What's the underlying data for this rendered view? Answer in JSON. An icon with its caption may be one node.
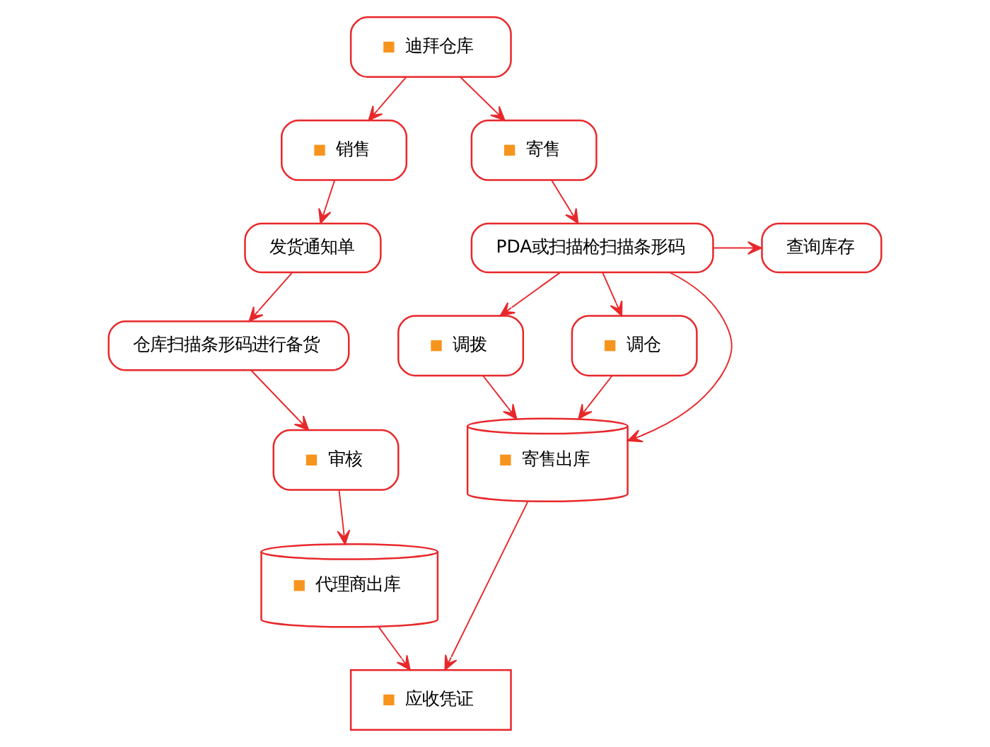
{
  "diagram": {
    "nodes": [
      {
        "text": [
          "迪拜仓库"
        ]
      },
      {
        "text": [
          "销售"
        ]
      },
      {
        "text": [
          "寄售"
        ]
      },
      {
        "text": [
          "发货通知单"
        ]
      },
      {
        "text": [
          "仓库扫描条形码进行备货"
        ]
      },
      {
        "text": [
          "审核"
        ]
      },
      {
        "text": [
          "代理商出库"
        ]
      },
      {
        "text": [
          "PDA或扫描枪扫描条形码"
        ]
      },
      {
        "text": [
          "查询库存"
        ]
      },
      {
        "text": [
          "调拨"
        ]
      },
      {
        "text": [
          "调仓"
        ]
      },
      {
        "text": [
          "寄售出库"
        ]
      },
      {
        "text": [
          "应收凭证"
        ]
      }
    ],
    "edges": [
      {
        "from": 0,
        "to": 1,
        "arrow": "to"
      },
      {
        "from": 0,
        "to": 2,
        "arrow": "to"
      },
      {
        "from": 1,
        "to": 3,
        "arrow": "to"
      },
      {
        "from": 3,
        "to": 4,
        "arrow": "to"
      },
      {
        "from": 4,
        "to": 5,
        "arrow": "to"
      },
      {
        "from": 5,
        "to": 6,
        "arrow": "to"
      },
      {
        "from": 6,
        "to": 12,
        "arrow": "to"
      },
      {
        "from": 2,
        "to": 7,
        "arrow": "to"
      },
      {
        "from": 7,
        "to": 8,
        "arrow": "to"
      },
      {
        "from": 7,
        "to": 9,
        "arrow": "to"
      },
      {
        "from": 7,
        "to": 10,
        "arrow": "to"
      },
      {
        "from": 7,
        "to": 11,
        "arrow": "to"
      },
      {
        "from": 9,
        "to": 11,
        "arrow": "to"
      },
      {
        "from": 10,
        "to": 11,
        "arrow": "to"
      },
      {
        "from": 11,
        "to": 12,
        "arrow": "to"
      }
    ]
  }
}
